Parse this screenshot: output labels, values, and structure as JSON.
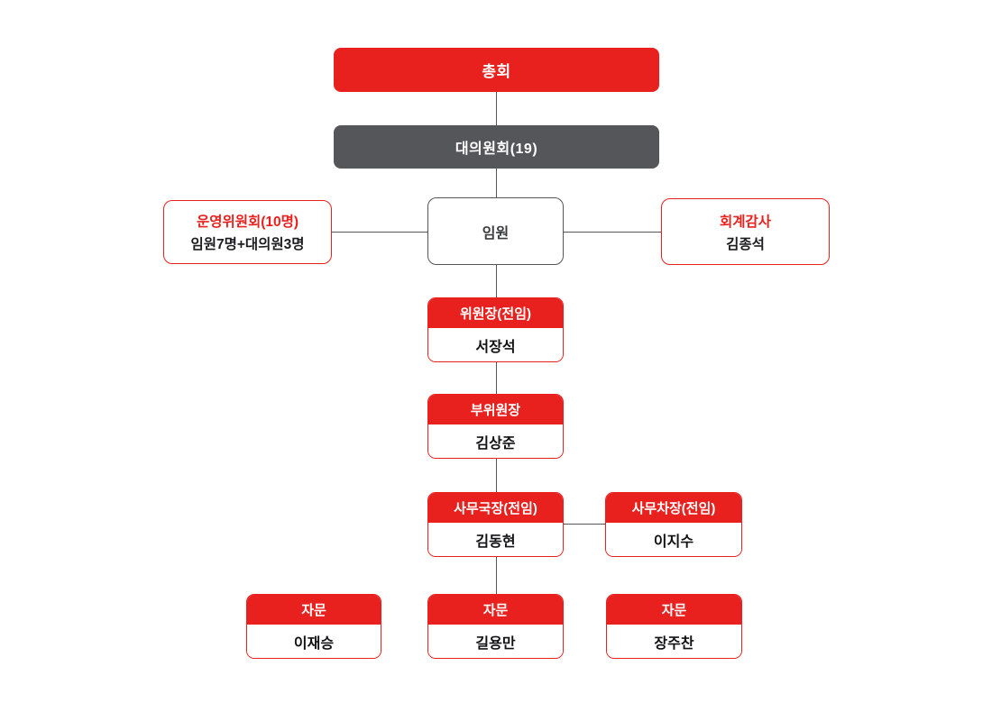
{
  "colors": {
    "accent_red": "#e8211e",
    "dark_gray": "#54565a",
    "line": "#55575a",
    "background": "#ffffff"
  },
  "org": {
    "assembly": {
      "label": "총회"
    },
    "delegates": {
      "label": "대의원회(19)"
    },
    "steering": {
      "title": "운영위원회(10명)",
      "subtitle": "임원7명+대의원3명"
    },
    "officers": {
      "label": "임원"
    },
    "audit": {
      "title": "회계감사",
      "name": "김종석"
    },
    "chairman": {
      "title": "위원장(전임)",
      "name": "서장석"
    },
    "vice_chairman": {
      "title": "부위원장",
      "name": "김상준"
    },
    "secretary_general": {
      "title": "사무국장(전임)",
      "name": "김동현"
    },
    "deputy_secretary": {
      "title": "사무차장(전임)",
      "name": "이지수"
    },
    "advisors": [
      {
        "title": "자문",
        "name": "이재승"
      },
      {
        "title": "자문",
        "name": "길용만"
      },
      {
        "title": "자문",
        "name": "장주찬"
      }
    ]
  }
}
